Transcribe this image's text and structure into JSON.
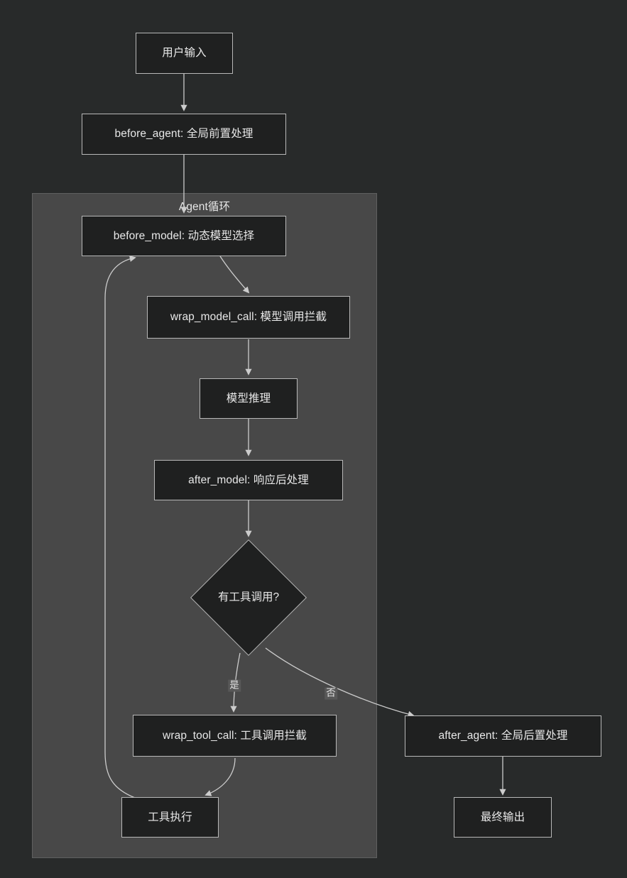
{
  "diagram": {
    "type": "flowchart",
    "direction": "top-down",
    "background_color": "#282a2a",
    "node_fill_color": "#1f2020",
    "node_border_color": "#b8b8b8",
    "subgraph_fill_color": "#484848",
    "edge_color": "#cccccc",
    "text_color": "#e8e8e8"
  },
  "subgraph": {
    "title": "Agent循环"
  },
  "nodes": {
    "user_input": {
      "label": "用户输入",
      "shape": "rect"
    },
    "before_agent": {
      "label": "before_agent: 全局前置处理",
      "shape": "rect"
    },
    "before_model": {
      "label": "before_model: 动态模型选择",
      "shape": "rect"
    },
    "wrap_model_call": {
      "label": "wrap_model_call: 模型调用拦截",
      "shape": "rect"
    },
    "model_inference": {
      "label": "模型推理",
      "shape": "rect"
    },
    "after_model": {
      "label": "after_model: 响应后处理",
      "shape": "rect"
    },
    "has_tool_call": {
      "label": "有工具调用?",
      "shape": "diamond"
    },
    "wrap_tool_call": {
      "label": "wrap_tool_call: 工具调用拦截",
      "shape": "rect"
    },
    "tool_execution": {
      "label": "工具执行",
      "shape": "rect"
    },
    "after_agent": {
      "label": "after_agent: 全局后置处理",
      "shape": "rect"
    },
    "final_output": {
      "label": "最终输出",
      "shape": "rect"
    }
  },
  "edge_labels": {
    "yes": "是",
    "no": "否"
  },
  "edges": [
    {
      "from": "user_input",
      "to": "before_agent",
      "label": ""
    },
    {
      "from": "before_agent",
      "to": "before_model",
      "label": ""
    },
    {
      "from": "before_model",
      "to": "wrap_model_call",
      "label": ""
    },
    {
      "from": "wrap_model_call",
      "to": "model_inference",
      "label": ""
    },
    {
      "from": "model_inference",
      "to": "after_model",
      "label": ""
    },
    {
      "from": "after_model",
      "to": "has_tool_call",
      "label": ""
    },
    {
      "from": "has_tool_call",
      "to": "wrap_tool_call",
      "label": "是"
    },
    {
      "from": "has_tool_call",
      "to": "after_agent",
      "label": "否"
    },
    {
      "from": "wrap_tool_call",
      "to": "tool_execution",
      "label": ""
    },
    {
      "from": "tool_execution",
      "to": "before_model",
      "label": ""
    },
    {
      "from": "after_agent",
      "to": "final_output",
      "label": ""
    }
  ]
}
